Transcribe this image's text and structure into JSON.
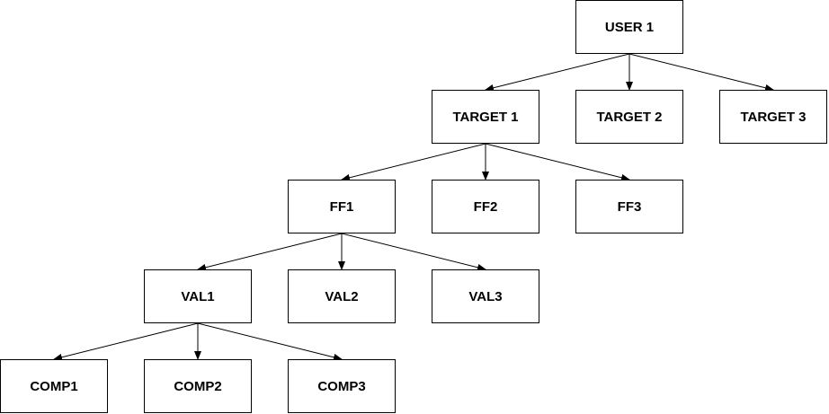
{
  "diagram": {
    "nodes": {
      "user1": {
        "label": "USER 1"
      },
      "target1": {
        "label": "TARGET 1"
      },
      "target2": {
        "label": "TARGET 2"
      },
      "target3": {
        "label": "TARGET 3"
      },
      "ff1": {
        "label": "FF1"
      },
      "ff2": {
        "label": "FF2"
      },
      "ff3": {
        "label": "FF3"
      },
      "val1": {
        "label": "VAL1"
      },
      "val2": {
        "label": "VAL2"
      },
      "val3": {
        "label": "VAL3"
      },
      "comp1": {
        "label": "COMP1"
      },
      "comp2": {
        "label": "COMP2"
      },
      "comp3": {
        "label": "COMP3"
      }
    },
    "edges": [
      {
        "from": "user1",
        "to": "target1"
      },
      {
        "from": "user1",
        "to": "target2"
      },
      {
        "from": "user1",
        "to": "target3"
      },
      {
        "from": "target1",
        "to": "ff1"
      },
      {
        "from": "target1",
        "to": "ff2"
      },
      {
        "from": "target1",
        "to": "ff3"
      },
      {
        "from": "ff1",
        "to": "val1"
      },
      {
        "from": "ff1",
        "to": "val2"
      },
      {
        "from": "ff1",
        "to": "val3"
      },
      {
        "from": "val1",
        "to": "comp1"
      },
      {
        "from": "val1",
        "to": "comp2"
      },
      {
        "from": "val1",
        "to": "comp3"
      }
    ],
    "colors": {
      "stroke": "#000000",
      "background": "#ffffff",
      "text": "#000000"
    }
  }
}
